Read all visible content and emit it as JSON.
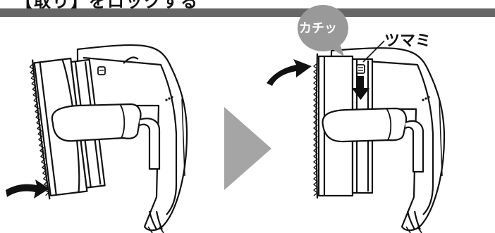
{
  "page": {
    "partial_title": "【取り】をロックする",
    "sound_bubble": "カチッ",
    "knob_label": "ツマミ"
  },
  "colors": {
    "rule": "#666666",
    "bubble": "#999999",
    "arrow_gray": "#a5a5a5",
    "ink": "#111111"
  },
  "icons": [
    "curved-arrow-icon",
    "down-arrow-icon",
    "next-step-triangle-icon"
  ]
}
